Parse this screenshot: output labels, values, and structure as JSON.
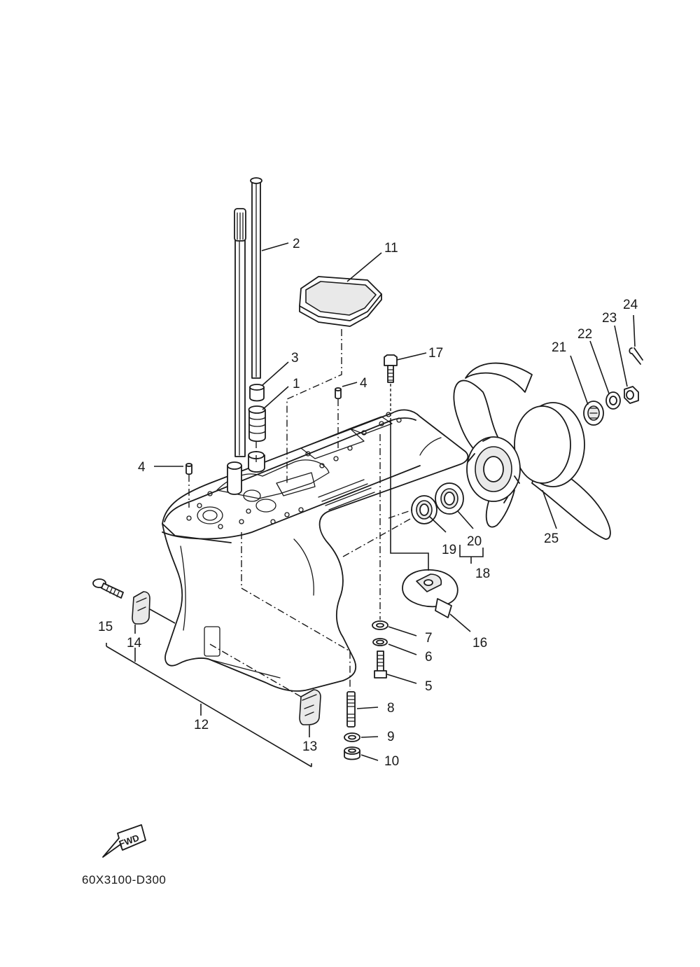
{
  "diagram": {
    "callouts": {
      "p1": "1",
      "p2": "2",
      "p3": "3",
      "p4a": "4",
      "p4b": "4",
      "p5": "5",
      "p6": "6",
      "p7": "7",
      "p8": "8",
      "p9": "9",
      "p10": "10",
      "p11": "11",
      "p12": "12",
      "p13": "13",
      "p14": "14",
      "p15": "15",
      "p16": "16",
      "p17": "17",
      "p18": "18",
      "p19": "19",
      "p20": "20",
      "p21": "21",
      "p22": "22",
      "p23": "23",
      "p24": "24",
      "p25": "25"
    },
    "direction_marker": "FWD",
    "drawing_code": "60X3100-D300"
  }
}
